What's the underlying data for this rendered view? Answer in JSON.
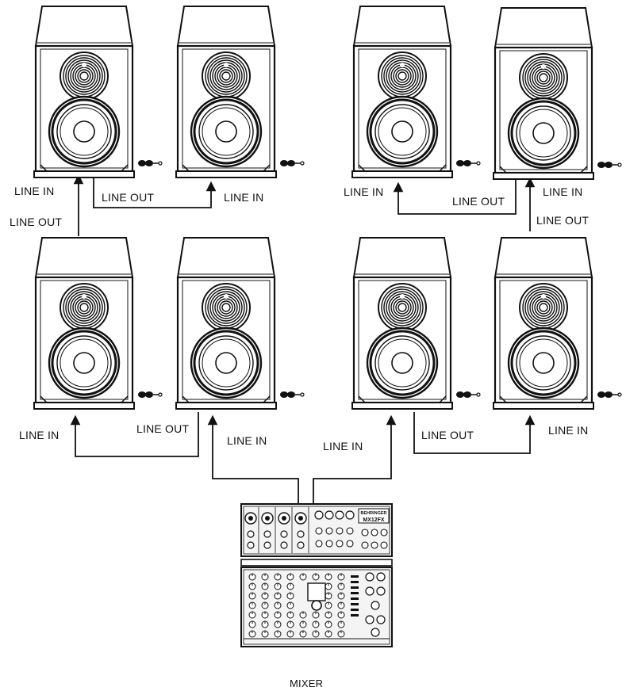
{
  "labels": {
    "line_in": "LINE IN",
    "line_out": "LINE OUT",
    "mixer": "MIXER"
  },
  "mixer_panel": {
    "brand": "BEHRINGER",
    "model": "MX12FX"
  },
  "colors": {
    "ink": "#111111",
    "paper": "#ffffff",
    "panel": "#f2f2f2"
  },
  "icons": {
    "connector": "speakon-connector-icon",
    "arrow": "arrowhead-icon"
  }
}
